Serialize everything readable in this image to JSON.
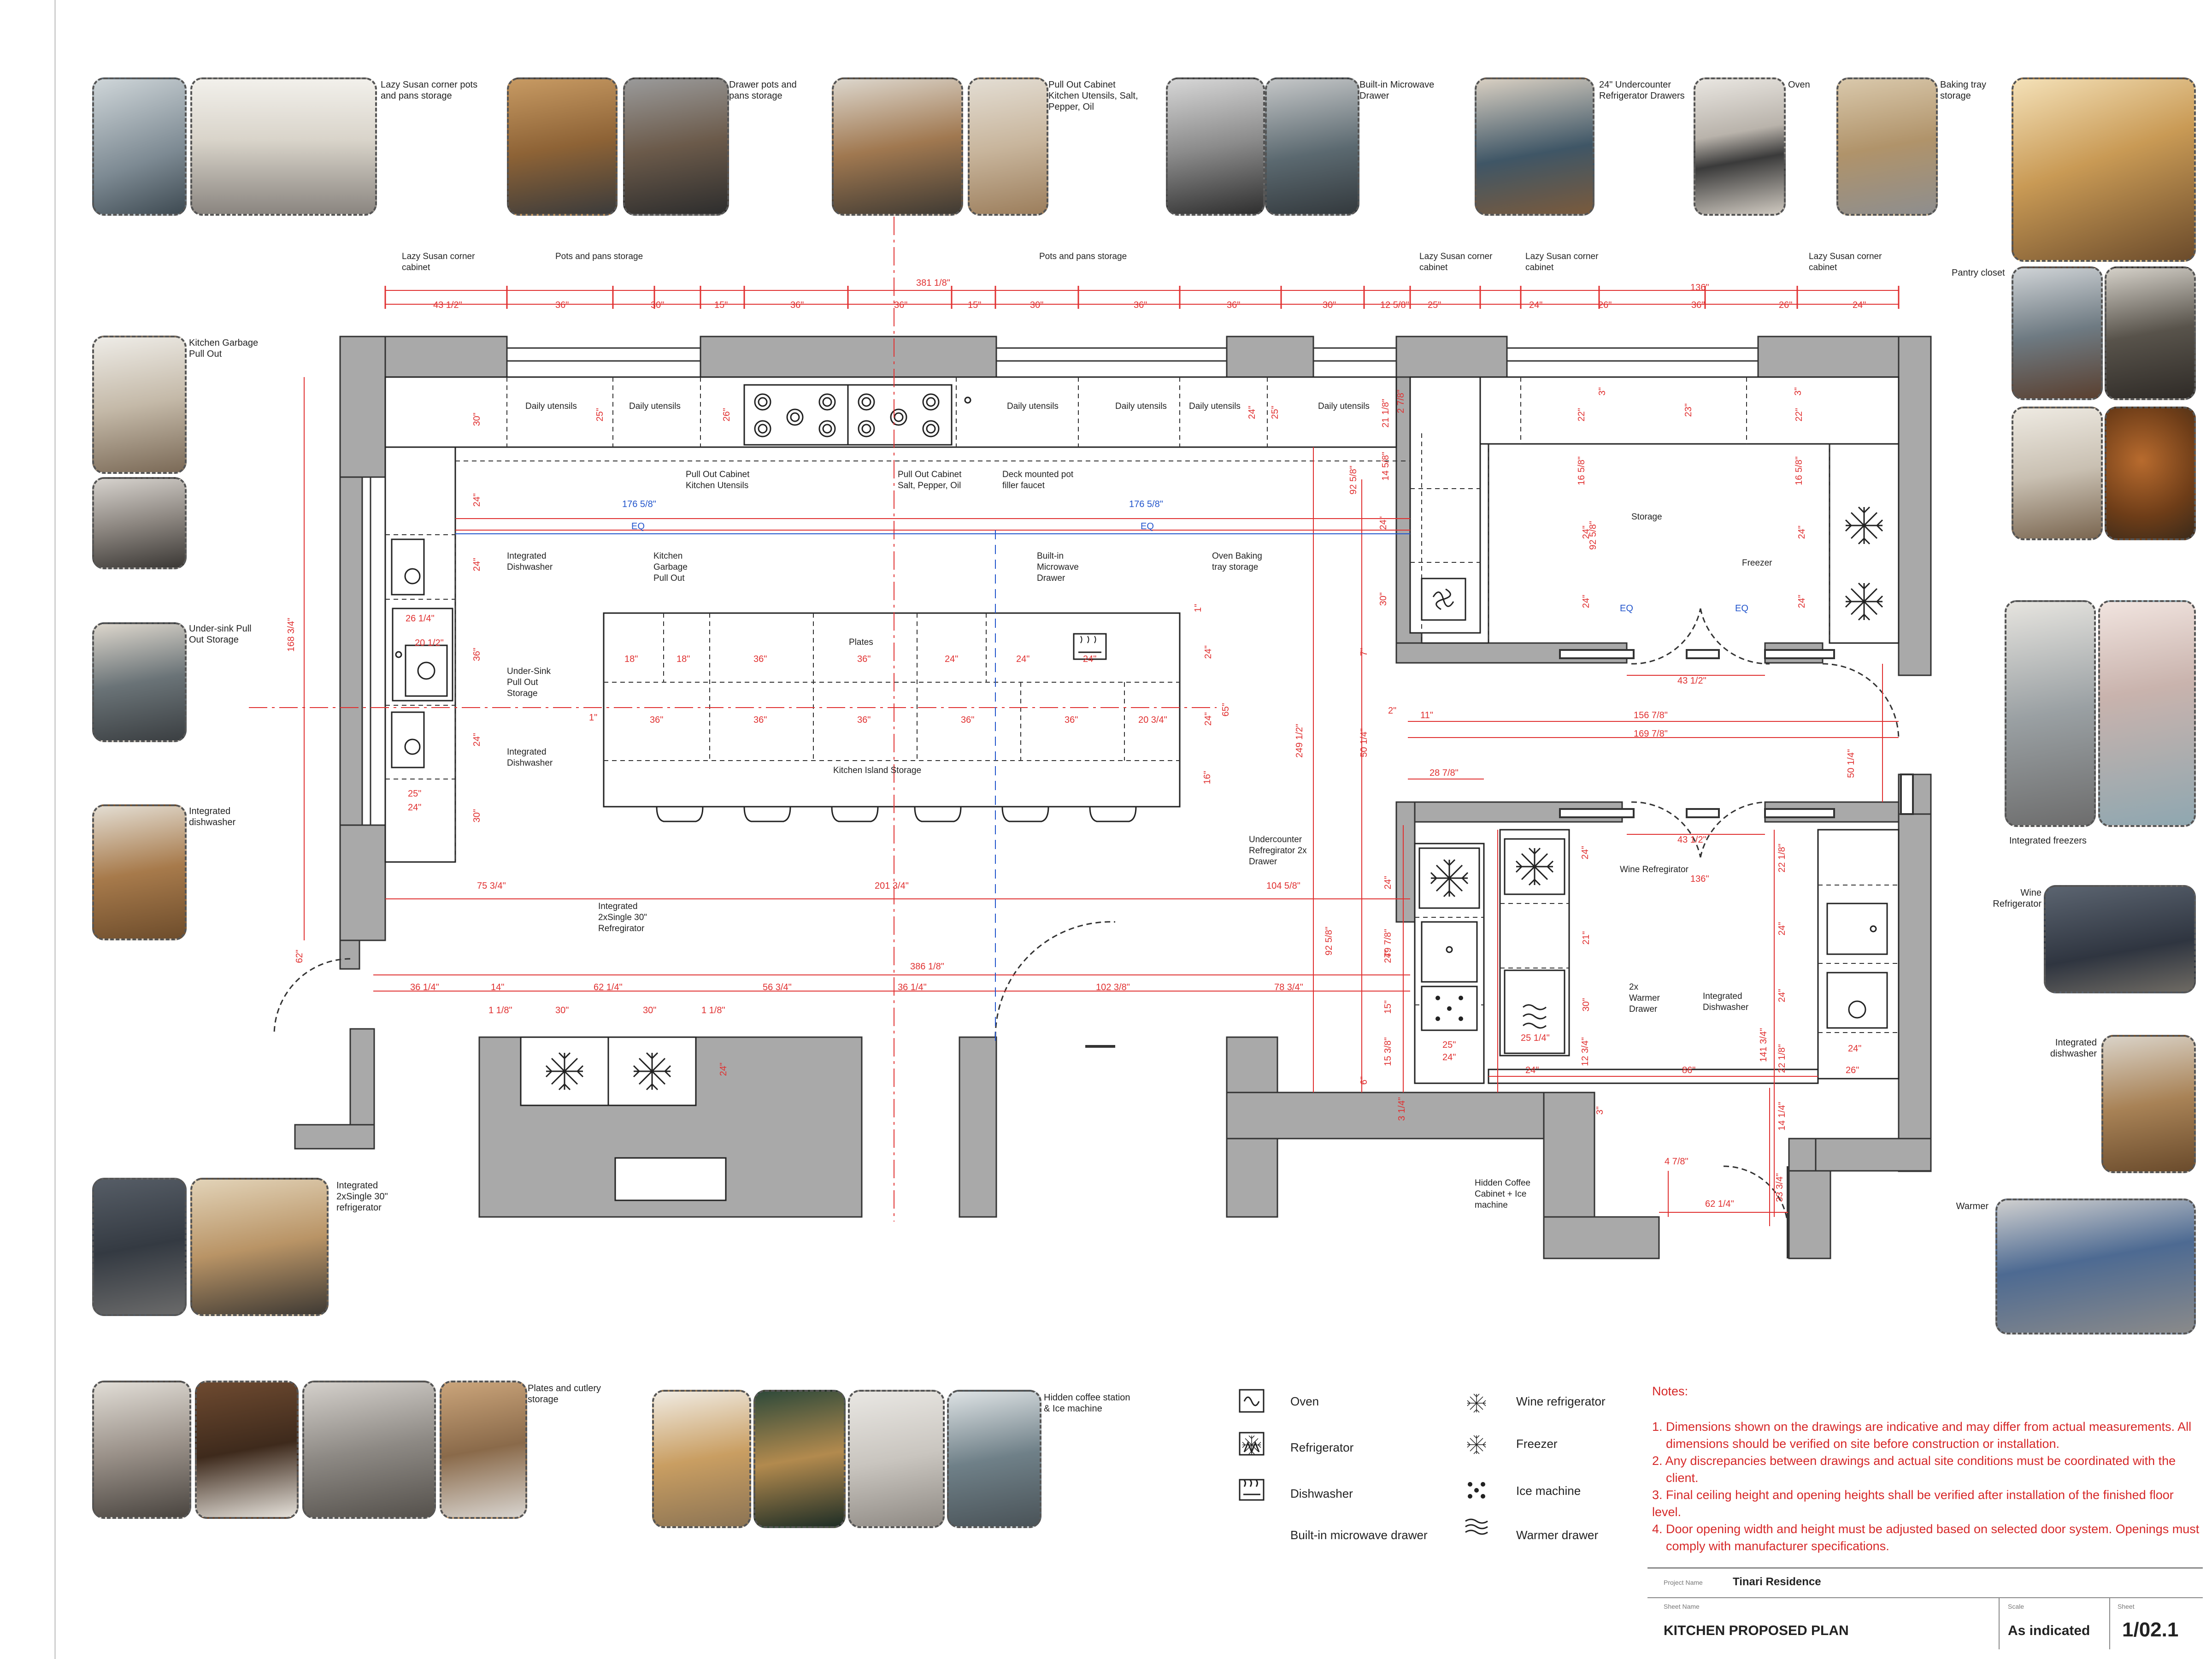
{
  "photo_captions": {
    "lazy_susan": "Lazy Susan corner pots and pans storage",
    "drawer_pots": "Drawer pots and pans storage",
    "pull_out_cabinet": "Pull Out Cabinet Kitchen Utensils, Salt, Pepper, Oil",
    "builtin_microwave": "Built-in Microwave Drawer",
    "undercounter_fridge": "24\" Undercounter Refrigerator Drawers",
    "oven": "Oven",
    "baking_tray": "Baking tray storage",
    "pantry_closet": "Pantry closet",
    "garbage_pullout": "Kitchen Garbage Pull Out",
    "undersink": "Under-sink Pull Out Storage",
    "integrated_dishwasher_left": "Integrated dishwasher",
    "integrated_freezers": "Integrated freezers",
    "wine_refrigerator": "Wine Refrigerator",
    "integrated_dishwasher_right": "Integrated dishwasher",
    "warmer": "Warmer",
    "integrated_fridge": "Integrated 2xSingle 30\" refrigerator",
    "plates_cutlery": "Plates and cutlery storage",
    "hidden_coffee": "Hidden coffee station & Ice machine"
  },
  "plan_labels": {
    "lazy_susan_1": "Lazy Susan corner cabinet",
    "lazy_susan_2": "Lazy Susan corner cabinet",
    "lazy_susan_3": "Lazy Susan corner cabinet",
    "lazy_susan_4": "Lazy Susan corner cabinet",
    "pots_1": "Pots and pans storage",
    "pots_2": "Pots and pans storage",
    "daily_1": "Daily utensils",
    "daily_2": "Daily utensils",
    "daily_3": "Daily utensils",
    "daily_4": "Daily utensils",
    "daily_5": "Daily utensils",
    "daily_6": "Daily utensils",
    "pull_out_1": "Pull Out Cabinet Kitchen Utensils",
    "pull_out_2": "Pull Out Cabinet Salt, Pepper, Oil",
    "deck_faucet": "Deck mounted pot filler faucet",
    "int_dish_1": "Integrated Dishwasher",
    "int_dish_2": "Integrated Dishwasher",
    "garbage": "Kitchen Garbage Pull Out",
    "microwave": "Built-in Microwave Drawer",
    "oven_baking": "Oven Baking tray storage",
    "plates": "Plates",
    "undersink": "Under-Sink Pull Out Storage",
    "island_storage": "Kitchen Island Storage",
    "storage": "Storage",
    "freezer": "Freezer",
    "undercounter_fridge": "Undercounter Refregirator 2x Drawer",
    "wine_fridge": "Wine Refregirator",
    "warmer": "2x Warmer Drawer",
    "int_dish_3": "Integrated Dishwasher",
    "int_fridge": "Integrated 2xSingle 30\" Refregirator",
    "hidden_coffee": "Hidden Coffee Cabinet + Ice machine",
    "eq": "EQ"
  },
  "dimensions": {
    "d381": "381 1/8\"",
    "d43a": "43 1/2\"",
    "d36": "36\"",
    "d30": "30\"",
    "d15": "15\"",
    "d12": "12 5/8\"",
    "d25": "25\"",
    "d24": "24\"",
    "d26": "26\"",
    "d136": "136\"",
    "d176": "176 5/8\"",
    "d168": "168 3/4\"",
    "d249": "249 1/2\"",
    "d92": "92 5/8\"",
    "d2614": "26 1/4\"",
    "d2012": "20 1/2\"",
    "d18": "18\"",
    "d2034": "20 3/4\"",
    "d1": "1\"",
    "d16": "16\"",
    "d65": "65\"",
    "d7": "7\"",
    "d2": "2\"",
    "d11": "11\"",
    "d156": "156 7/8\"",
    "d169": "169 7/8\"",
    "d5014": "50 1/4\"",
    "d2878": "28 7/8\"",
    "d43b": "43 1/2\"",
    "d75": "75 3/4\"",
    "d201": "201 3/4\"",
    "d104": "104 5/8\"",
    "d386": "386 1/8\"",
    "d3614": "36 1/4\"",
    "d14": "14\"",
    "d6214": "62 1/4\"",
    "d5634": "56 3/4\"",
    "d102": "102 3/8\"",
    "d78": "78 3/4\"",
    "d118": "1 1/8\"",
    "d62": "62\"",
    "d79": "79 7/8\"",
    "d2514": "25 1/4\"",
    "d1234": "12 3/4\"",
    "d86": "86\"",
    "d141": "141 3/4\"",
    "d2218": "22 1/8\"",
    "d1414": "14 1/4\"",
    "d478": "4 7/8\"",
    "d3334": "33 3/4\"",
    "d3": "3\"",
    "d21": "21\"",
    "d22": "22\"",
    "d23": "23\"",
    "d1658": "16 5/8\"",
    "d1458": "14 5/8\"",
    "d2118": "21 1/8\"",
    "d278": "2 7/8\"",
    "d1538": "15 3/8\"",
    "d6": "6\"",
    "d314": "3 1/4\""
  },
  "legend": {
    "oven": "Oven",
    "refrigerator": "Refrigerator",
    "dishwasher": "Dishwasher",
    "microwave": "Built-in microwave drawer",
    "wine": "Wine refrigerator",
    "freezer": "Freezer",
    "ice": "Ice machine",
    "warmer": "Warmer drawer"
  },
  "notes": {
    "title": "Notes:",
    "n1a": "1.  Dimensions shown on the drawings are indicative and may differ from actual measurements. All",
    "n1b": "dimensions should be verified on site before construction or installation.",
    "n2a": "2.  Any discrepancies between drawings and actual site conditions must be coordinated with the",
    "n2b": "client.",
    "n3": "3.  Final ceiling height and opening heights shall be verified after installation of the finished floor level.",
    "n4a": "4.  Door opening width and height must be adjusted based on selected door system. Openings must",
    "n4b": "comply with manufacturer specifications."
  },
  "title_block": {
    "project_label": "Project Name",
    "project": "Tinari Residence",
    "sheet_label": "Sheet Name",
    "sheet": "KITCHEN PROPOSED PLAN",
    "scale_label": "Scale",
    "scale": "As indicated",
    "number_label": "Sheet",
    "number": "1/02.1"
  },
  "colors": {
    "wall": "#a9a9a9",
    "dimension": "#e03030",
    "axis_blue": "#2255cc",
    "notes_red": "#d62828"
  }
}
